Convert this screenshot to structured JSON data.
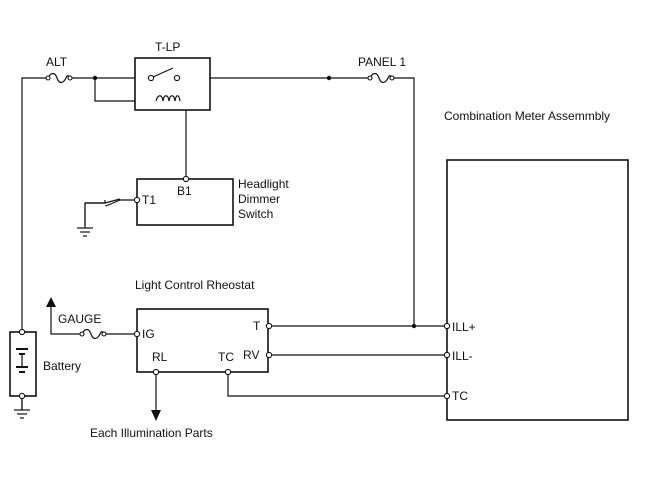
{
  "labels": {
    "alt": "ALT",
    "tlp": "T-LP",
    "panel1": "PANEL 1",
    "combination_meter": "Combination Meter Assemmbly",
    "headlight_dimmer_line1": "Headlight",
    "headlight_dimmer_line2": "Dimmer",
    "headlight_dimmer_line3": "Switch",
    "b1": "B1",
    "t1": "T1",
    "light_control_rheostat": "Light Control Rheostat",
    "gauge": "GAUGE",
    "ig": "IG",
    "t": "T",
    "rv": "RV",
    "rl": "RL",
    "tc": "TC",
    "battery": "Battery",
    "each_illumination_parts": "Each Illumination Parts",
    "ill_plus": "ILL+",
    "ill_minus": "ILL-",
    "meter_tc": "TC"
  }
}
